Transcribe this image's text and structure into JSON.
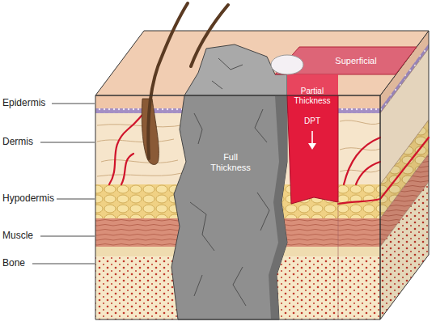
{
  "diagram": {
    "labels": [
      "Epidermis",
      "Dermis",
      "Hypodermis",
      "Muscle",
      "Bone",
      "Full Thickness",
      "Superficial",
      "Partial Thickness",
      "DPT"
    ]
  }
}
